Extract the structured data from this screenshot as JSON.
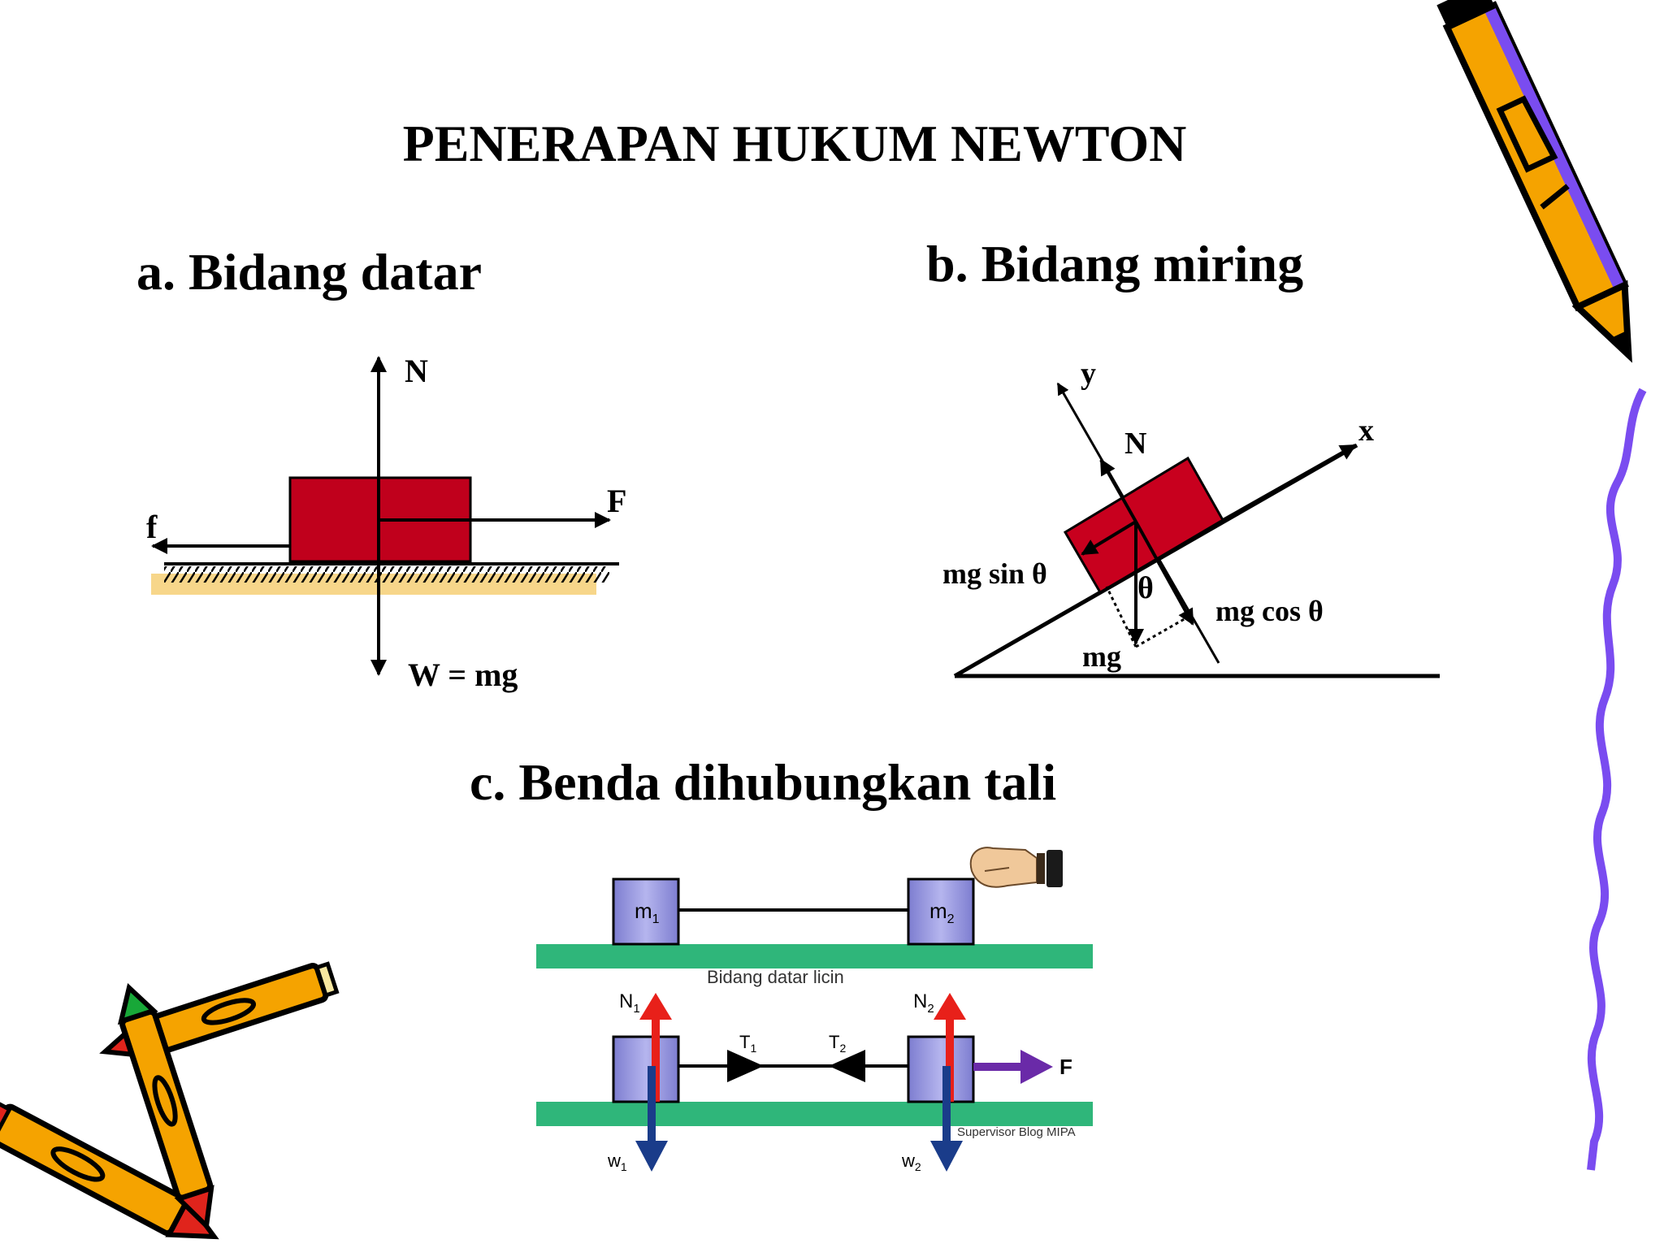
{
  "slide": {
    "title": "PENERAPAN HUKUM NEWTON",
    "section_a": "a. Bidang datar",
    "section_b": "b. Bidang miring",
    "section_c": "c. Benda dihubungkan tali"
  },
  "diagram_a": {
    "label_N": "N",
    "label_F": "F",
    "label_f": "f",
    "label_W": "W = mg",
    "block_color": "#c0001c"
  },
  "diagram_b": {
    "label_y": "y",
    "label_x": "x",
    "label_N": "N",
    "label_mgsin": "mg sin θ",
    "label_theta": "θ",
    "label_mgcos": "mg cos θ",
    "label_mg": "mg",
    "block_color": "#c8001e"
  },
  "diagram_c": {
    "m1": "m",
    "m1_sub": "1",
    "m2": "m",
    "m2_sub": "2",
    "surface_label": "Bidang datar licin",
    "N1": "N",
    "N1_sub": "1",
    "N2": "N",
    "N2_sub": "2",
    "T1": "T",
    "T1_sub": "1",
    "T2": "T",
    "T2_sub": "2",
    "F": "F",
    "W1": "w",
    "W1_sub": "1",
    "W2": "w",
    "W2_sub": "2",
    "watermark": "Supervisor Blog MIPA",
    "surface_color": "#2fb67a",
    "block_color": "#9a9adf"
  },
  "decor": {
    "pencil_icon": "pencil-icon",
    "squiggle": "wavy-line",
    "crayon_colors": [
      "#f5a300",
      "#7a4cf0",
      "#e0241c",
      "#18a838"
    ]
  }
}
